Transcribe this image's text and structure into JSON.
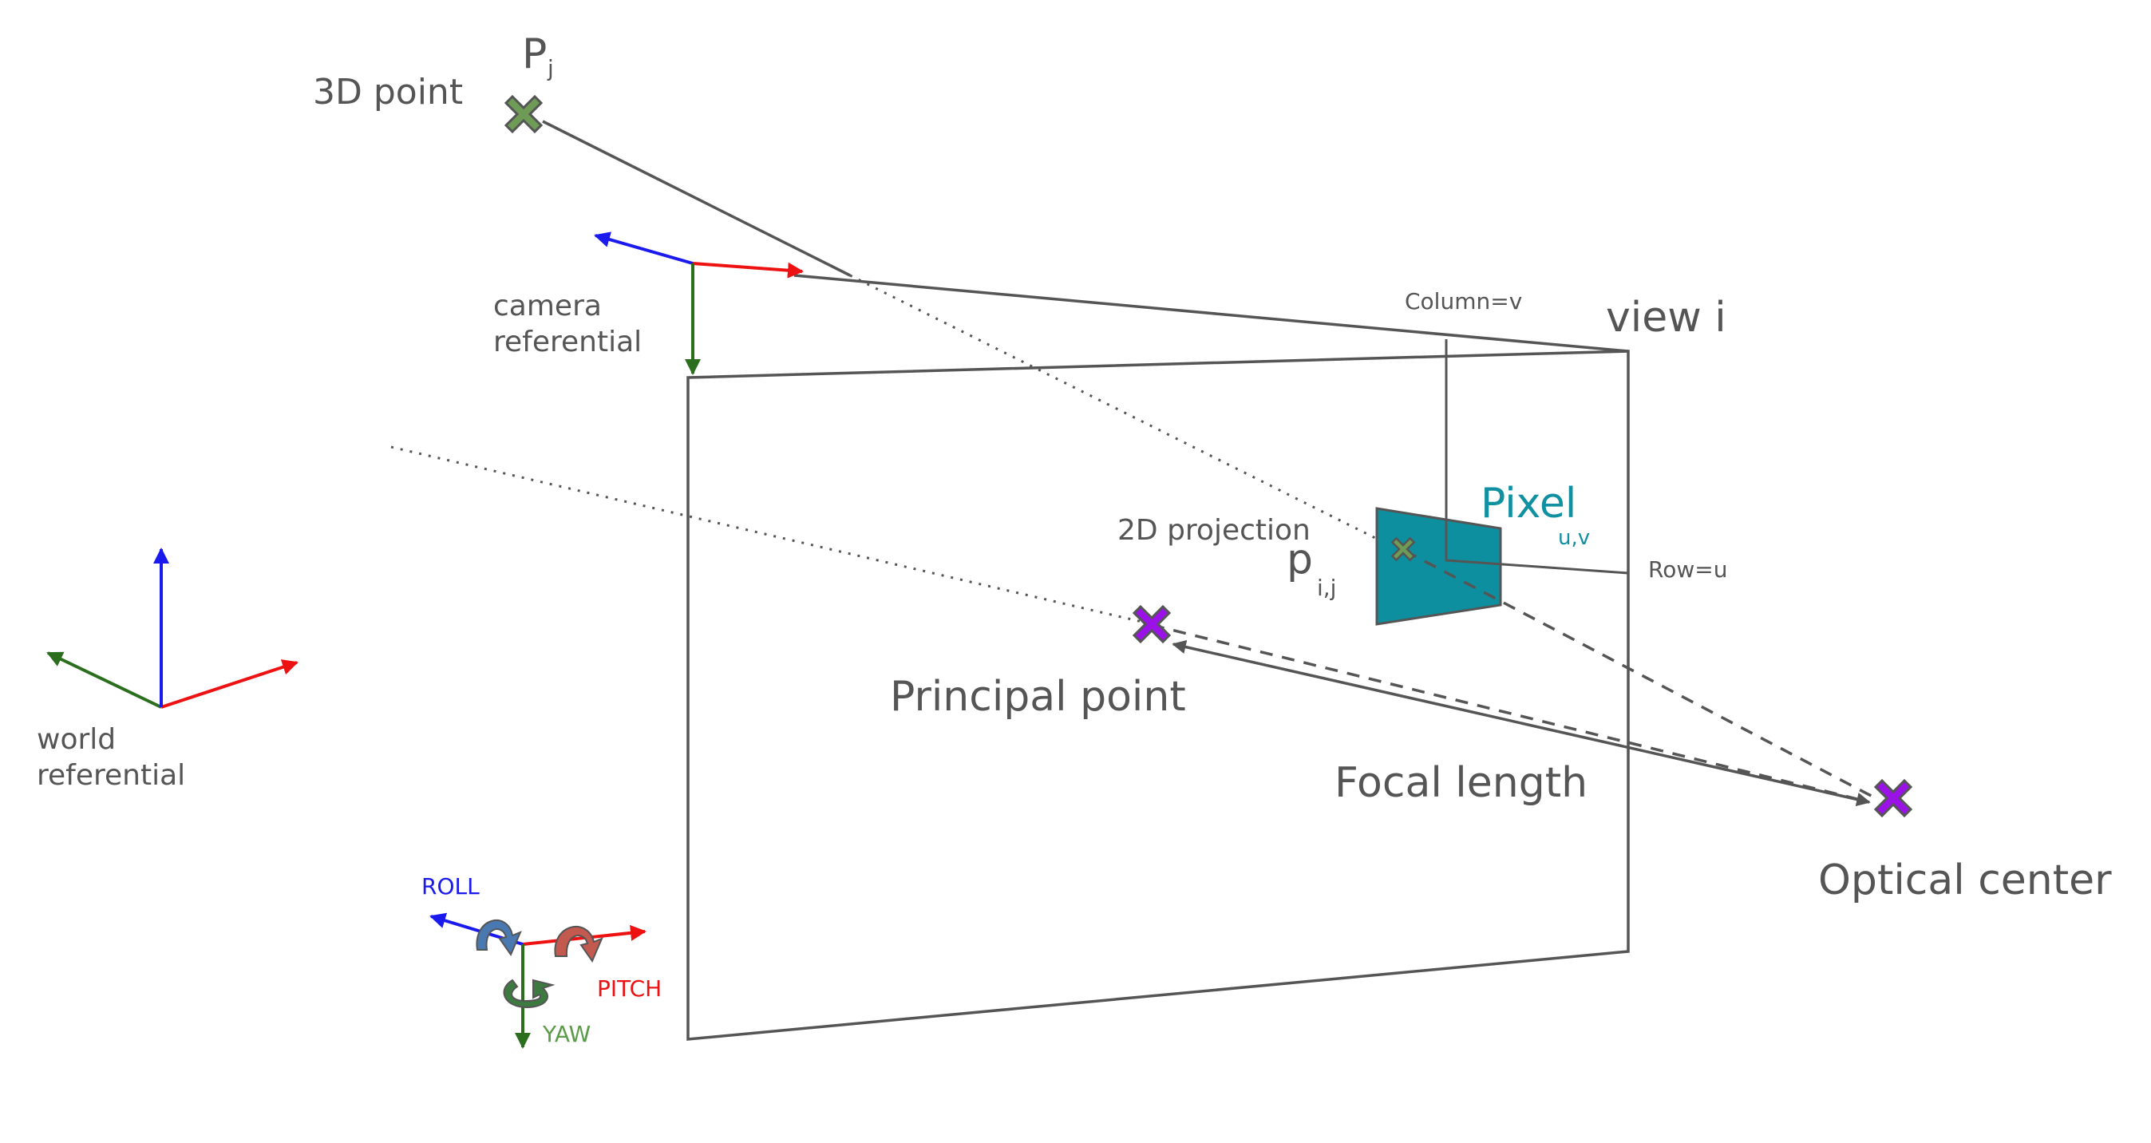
{
  "labels": {
    "point3d_symbol": "P",
    "point3d_sub": "j",
    "point3d_label": "3D point",
    "camera_ref_line1": "camera",
    "camera_ref_line2": "referential",
    "world_ref_line1": "world",
    "world_ref_line2": "referential",
    "view": "view i",
    "column": "Column=v",
    "row": "Row=u",
    "pixel": "Pixel",
    "pixel_sub": "u,v",
    "projection": "2D projection",
    "proj_symbol": "p",
    "proj_sub": "i,j",
    "principal_point": "Principal point",
    "focal_length": "Focal length",
    "optical_center": "Optical center",
    "roll": "ROLL",
    "pitch": "PITCH",
    "yaw": "YAW"
  },
  "colors": {
    "line": "#555555",
    "axis_x": "#ee1111",
    "axis_y": "#2a6e1e",
    "axis_z": "#1a1aee",
    "pixel_fill": "#0e8f9f",
    "pixel_text": "#1090a0",
    "marker_3d": "#6e9c57",
    "marker_center": "#9b12e8",
    "roll_arrow": "#4a78b0",
    "pitch_arrow": "#c25a50",
    "yaw_arrow": "#3c7a40"
  },
  "icons": {
    "point_marker": "x-mark",
    "center_marker": "x-mark"
  }
}
